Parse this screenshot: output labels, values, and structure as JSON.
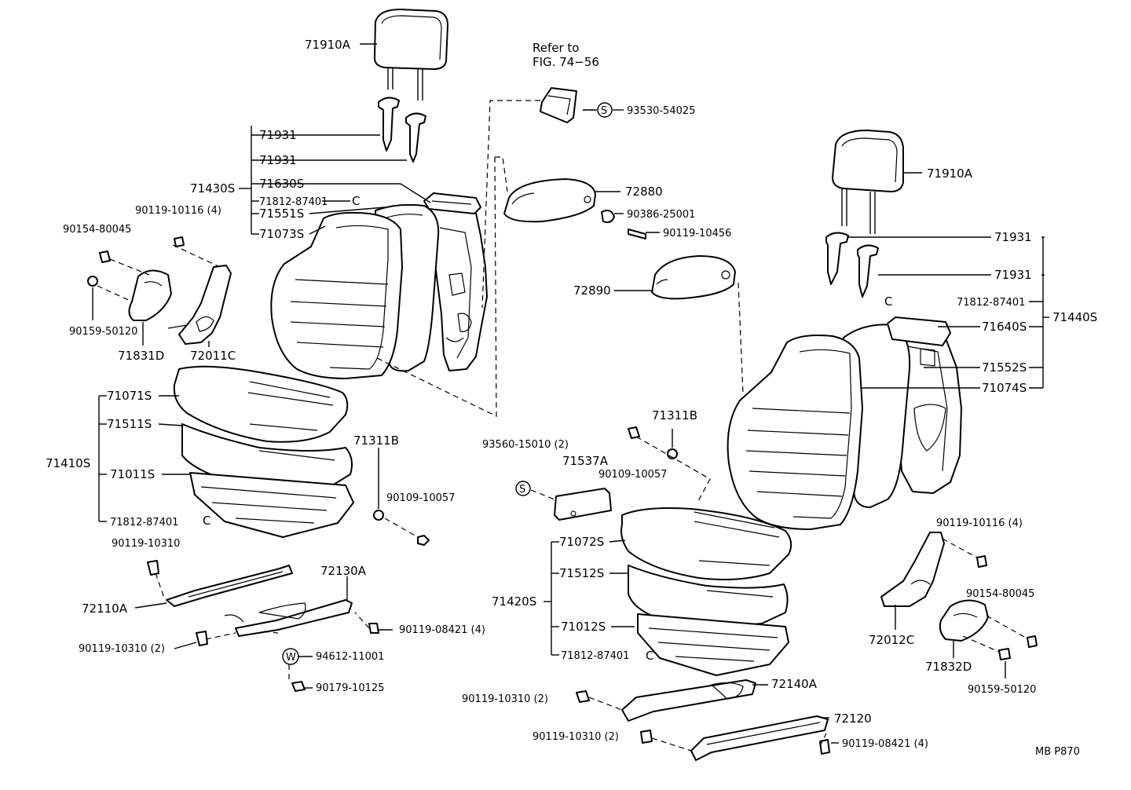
{
  "refer_note": {
    "line1": "Refer to",
    "line2": "FIG. 74−56"
  },
  "figure_code": "MB P870",
  "symbols": {
    "s": "S",
    "w": "W",
    "c": "C"
  },
  "labels": {
    "hr_left": "71910A",
    "g71931_a": "71931",
    "g71931_b": "71931",
    "g71430S": "71430S",
    "g71630S": "71630S",
    "g71812_a": "71812-87401",
    "g71551S": "71551S",
    "g71073S": "71073S",
    "b90119_10116_l": "90119-10116 (4)",
    "b90154_l": "90154-80045",
    "b90159_l": "90159-50120",
    "p71831D": "71831D",
    "p72011C": "72011C",
    "g71071S": "71071S",
    "g71511S": "71511S",
    "g71410S": "71410S",
    "g71011S": "71011S",
    "g71812_b": "71812-87401",
    "p71311B_l": "71311B",
    "b90109_l": "90109-10057",
    "b90119_10310_a": "90119-10310",
    "p72110A": "72110A",
    "p72130A": "72130A",
    "b90119_08421_l": "90119-08421 (4)",
    "b90119_10310_b": "90119-10310 (2)",
    "p94612": "94612-11001",
    "p90179": "90179-10125",
    "p93530": "93530-54025",
    "p72880": "72880",
    "p90386": "90386-25001",
    "p90119_10456": "90119-10456",
    "p72890": "72890",
    "p71311B_m": "71311B",
    "p93560": "93560-15010 (2)",
    "p71537A": "71537A",
    "b90109_m": "90109-10057",
    "hr_right": "71910A",
    "r71931_a": "71931",
    "r71931_b": "71931",
    "r71812": "71812-87401",
    "r71440S": "71440S",
    "r71640S": "71640S",
    "r71552S": "71552S",
    "r71074S": "71074S",
    "g71072S": "71072S",
    "g71512S": "71512S",
    "g71420S": "71420S",
    "g71012S": "71012S",
    "g71812_c": "71812-87401",
    "b90119_10116_r": "90119-10116 (4)",
    "b90154_r": "90154-80045",
    "p72012C": "72012C",
    "p71832D": "71832D",
    "b90159_r": "90159-50120",
    "b90119_10310_c": "90119-10310 (2)",
    "p72140A": "72140A",
    "p72120": "72120",
    "b90119_10310_d": "90119-10310 (2)",
    "b90119_08421_r": "90119-08421 (4)"
  }
}
